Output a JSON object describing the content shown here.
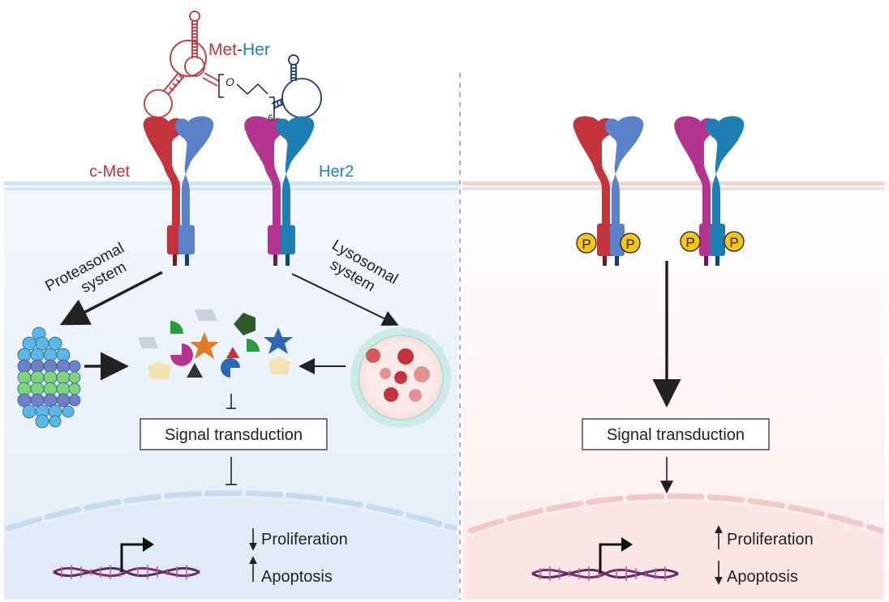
{
  "labels": {
    "met_text": "Met",
    "dash": "-",
    "her_text": "Her",
    "linker_o": "O",
    "linker_sub": "6",
    "c_met": "c-Met",
    "her2": "Her2",
    "proteasomal_line1": "Proteasomal",
    "proteasomal_line2": "system",
    "lysosomal_line1": "Lysosomal",
    "lysosomal_line2": "system",
    "phospho": "P"
  },
  "left_panel": {
    "signal_transduction": "Signal transduction",
    "proliferation": "Proliferation",
    "apoptosis": "Apoptosis"
  },
  "right_panel": {
    "signal_transduction": "Signal transduction",
    "proliferation": "Proliferation",
    "apoptosis": "Apoptosis"
  },
  "colors": {
    "c_met_red": "#c3343c",
    "her2_blue": "#1f7fb3",
    "partner_blue": "#5b82c9",
    "her_magenta": "#b3358f",
    "membrane_left": "#cfe3f2",
    "membrane_right": "#f6d4d4",
    "cell_left_bg": "#eef4fb",
    "cell_right_bg": "#fdf1f1",
    "phospho_yellow": "#f5c518"
  }
}
